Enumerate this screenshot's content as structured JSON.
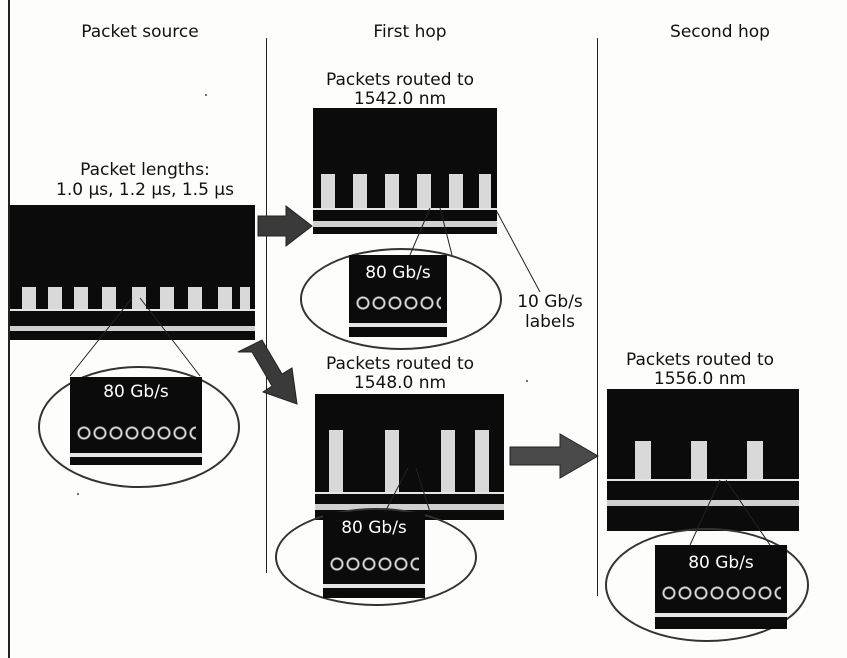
{
  "columns": {
    "source": "Packet source",
    "first": "First hop",
    "second": "Second hop"
  },
  "source": {
    "label_line1": "Packet lengths:",
    "label_line2": "1.0 µs, 1.2 µs, 1.5 µs",
    "zoom_rate": "80 Gb/s"
  },
  "hop1_top": {
    "label_line1": "Packets routed to",
    "label_line2": "1542.0 nm",
    "zoom_rate": "80 Gb/s"
  },
  "labels_note": {
    "line1": "10 Gb/s",
    "line2": "labels"
  },
  "hop1_bottom": {
    "label_line1": "Packets routed to",
    "label_line2": "1548.0 nm",
    "zoom_rate": "80 Gb/s"
  },
  "hop2": {
    "label_line1": "Packets routed to",
    "label_line2": "1556.0 nm",
    "zoom_rate": "80 Gb/s"
  },
  "colors": {
    "scope_background": "#0b0b0b",
    "trace": "#d9d9d9",
    "arrow": "#3a3a3a"
  }
}
